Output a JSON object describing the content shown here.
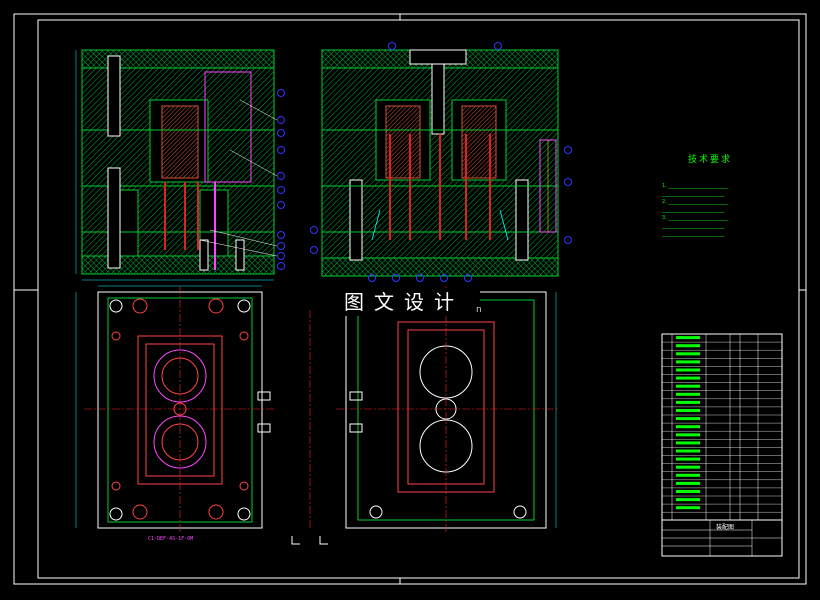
{
  "watermark": {
    "text": "图文设计",
    "suffix": "n"
  },
  "technical_notes": {
    "title": "技术要求",
    "lines": [
      "1.  ________________________",
      "   _________________________",
      "2.  ________________________",
      "   _________________________",
      "3.  ________________________",
      "   _________________________",
      "   _________________________"
    ]
  },
  "bottom_view_label": "C1-DEF-4S-1F-0M",
  "title_block": {
    "drawing_title": "装配图",
    "sheet_label": ""
  },
  "colors": {
    "background": "#000000",
    "frame": "#ffffff",
    "hatch_green": "#00cc33",
    "plate_red": "#ff3333",
    "center_red": "#ff2222",
    "pin_red": "#dd2222",
    "callout_blue": "#3333ff",
    "dim_cyan": "#00ffff",
    "text_green": "#00ff00",
    "accent_magenta": "#ff44ff",
    "yellow": "#ffff00"
  },
  "icons": [
    "balloon-callout-icon",
    "centerline-icon",
    "section-hatch-icon",
    "bolt-circle-icon"
  ]
}
